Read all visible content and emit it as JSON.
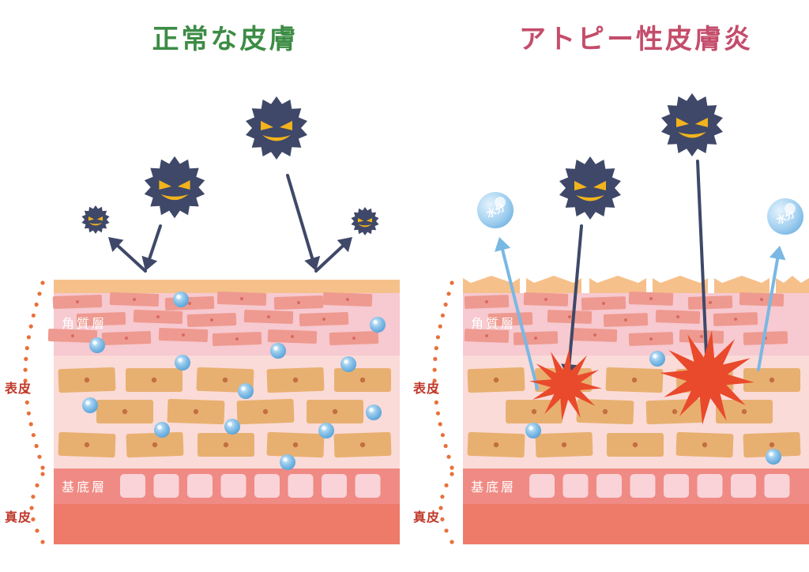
{
  "titles": {
    "normal": "正常な皮膚",
    "atopic": "アトピー性皮膚炎"
  },
  "layers": {
    "stratum_corneum": "角質層",
    "epidermis": "表皮",
    "basal_layer": "基底層",
    "dermis": "真皮"
  },
  "moisture_label": "水分",
  "colors": {
    "normal_title": "#3c8c45",
    "atopic_title": "#c44d6b",
    "skin_surface": "#f6c08b",
    "corneum_band": "#f7c9d0",
    "epidermis_band": "#fadbd8",
    "basal_band": "#f08a84",
    "dermis_band": "#ee7a6a",
    "corneum_cell": "#ee9a90",
    "epidermis_cell": "#e8b070",
    "basal_cell": "#f9d3d8",
    "moisture_drop": "#6ab0e0",
    "germ": "#3f4868",
    "germ_face": "#f2b31c",
    "inflammation": "#e94a2b",
    "dots": "#e8703a"
  },
  "icons": [
    "germ-icon",
    "moisture-drop-icon",
    "inflammation-burst-icon",
    "arrow-icon"
  ]
}
